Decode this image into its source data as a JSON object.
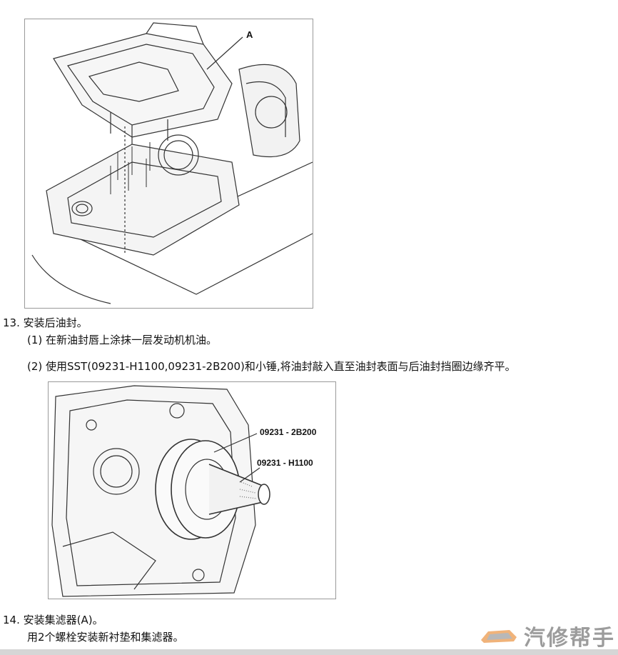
{
  "figure1": {
    "callout": "A"
  },
  "step13": {
    "heading": "13. 安装后油封。",
    "sub1": "(1) 在新油封唇上涂抹一层发动机机油。",
    "sub2": "(2) 使用SST(09231-H1100,09231-2B200)和小锤,将油封敲入直至油封表面与后油封挡圈边缘齐平。"
  },
  "figure2": {
    "callout_outer": "09231 - 2B200",
    "callout_inner": "09231 - H1100"
  },
  "step14": {
    "heading": "14. 安装集滤器(A)。",
    "sub1": "用2个螺栓安装新衬垫和集滤器。"
  },
  "watermark": {
    "text": "汽修帮手"
  },
  "colors": {
    "line": "#333333",
    "fill_light": "#ececec",
    "watermark": "#9c9c9c"
  }
}
